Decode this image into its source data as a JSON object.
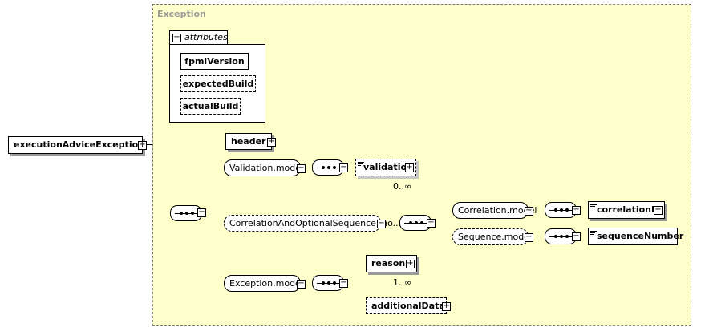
{
  "root": {
    "label": "executionAdviceException"
  },
  "type_box": {
    "label": "Exception"
  },
  "attributes": {
    "tab_label": "attributes",
    "items": [
      {
        "label": "fpmlVersion",
        "optional": false
      },
      {
        "label": "expectedBuild",
        "optional": true
      },
      {
        "label": "actualBuild",
        "optional": true
      }
    ]
  },
  "elements": {
    "header": "header",
    "validation_model": "Validation.model",
    "validation": "validation",
    "validation_occurrence": "0..∞",
    "correlation_and_optional_sequence_model": "CorrelationAndOptionalSequence.mo...",
    "correlation_model": "Correlation.model",
    "correlation_id": "correlationId",
    "sequence_model": "Sequence.model",
    "sequence_number": "sequenceNumber",
    "exception_model": "Exception.model",
    "reason": "reason",
    "reason_occurrence": "1..∞",
    "additional_data": "additionalData"
  },
  "toggles": {
    "expand": "+",
    "collapse": "−"
  }
}
